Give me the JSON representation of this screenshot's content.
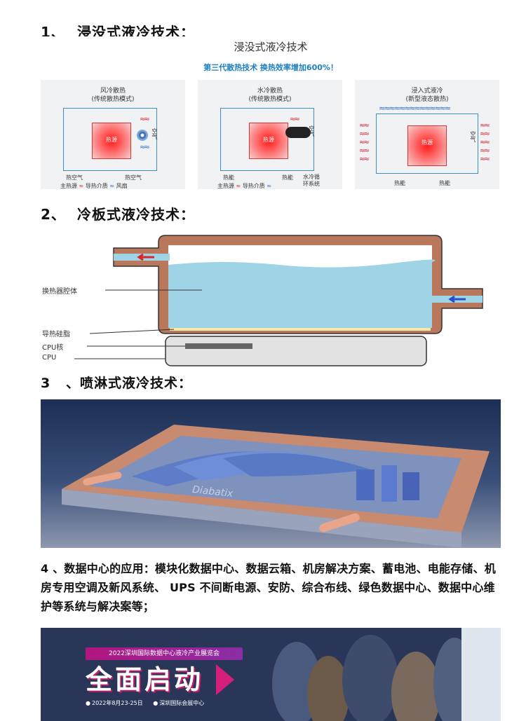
{
  "section1": {
    "heading_num": "1、",
    "heading_text": "浸没式液冷技术：",
    "image": {
      "title": "浸没式液冷技术",
      "tagline": "第三代散热技术 换热效率增加600%！",
      "panels": [
        {
          "title": "风冷散热",
          "subtitle": "(传统散热模式)",
          "heat_label": "热源",
          "side_label": "空气",
          "foot_left": "热空气",
          "foot_right": "热空气"
        },
        {
          "title": "水冷散热",
          "subtitle": "(传统散热模式)",
          "heat_label": "热源",
          "side_label": "空气",
          "foot_left": "热能",
          "foot_right": "热能",
          "extra_label": "水冷循环系统"
        },
        {
          "title": "浸入式液冷",
          "subtitle": "(新型液态散热)",
          "heat_label": "热源",
          "side_label": "空气",
          "foot_left": "热能",
          "foot_right": "热能"
        }
      ],
      "legend": {
        "heat_source": "主热源",
        "medium": "导热介质",
        "fan": "风扇"
      }
    }
  },
  "section2": {
    "heading_num": "2、",
    "heading_text": "冷板式液冷技术：",
    "image": {
      "label_exchanger": "换热器腔体",
      "label_grease": "导热硅脂",
      "label_core": "CPU核",
      "label_cpu": "CPU"
    }
  },
  "section3": {
    "heading_num": "3",
    "heading_text": "、喷淋式液冷技术：",
    "image": {
      "brand": "Diabatix"
    }
  },
  "section4": {
    "text": "4 、数据中心的应用：模块化数据中心、数据云箱、机房解决方案、蓄电池、电能存储、机房专用空调及新风系统、 UPS 不间断电源、安防、综合布线、绿色数据中心、数据中心维护等系统与解决案等；"
  },
  "banner": {
    "expo_name": "2022深圳国际数据中心液冷产业展览会",
    "main_text": "全面启动",
    "date": "2022年8月23-25日",
    "venue": "深圳国际会展中心"
  }
}
